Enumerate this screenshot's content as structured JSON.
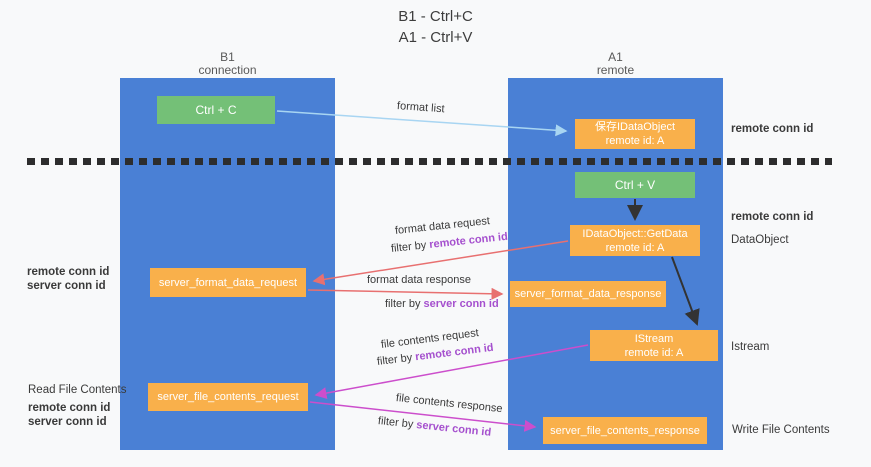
{
  "title": {
    "line1": "B1 - Ctrl+C",
    "line2": "A1 - Ctrl+V"
  },
  "columns": {
    "left": {
      "name": "B1",
      "role": "connection"
    },
    "right": {
      "name": "A1",
      "role": "remote"
    }
  },
  "boxes": {
    "ctrl_c": "Ctrl + C",
    "save_idataobject": {
      "line1": "保存IDataObject",
      "line2": "remote id: A"
    },
    "ctrl_v": "Ctrl + V",
    "getdata": {
      "line1": "IDataObject::GetData",
      "line2": "remote id: A"
    },
    "format_request": "server_format_data_request",
    "format_response": "server_format_data_response",
    "istream": {
      "line1": "IStream",
      "line2": "remote id: A"
    },
    "file_request": "server_file_contents_request",
    "file_response": "server_file_contents_response"
  },
  "arrow_labels": {
    "format_list": "format list",
    "format_data_request": "format data request",
    "format_data_response": "format data response",
    "file_contents_request": "file contents request",
    "file_contents_response": "file contents response",
    "filter_by": "filter by ",
    "remote_conn_id": "remote conn id",
    "server_conn_id": "server conn id"
  },
  "side_labels": {
    "remote_conn_id": "remote conn id",
    "server_conn_id": "server conn id",
    "dataobject": "DataObject",
    "istream": "Istream",
    "read_file_contents": "Read File Contents",
    "write_file_contents": "Write File Contents"
  },
  "colors": {
    "column_blue": "#4a80d5",
    "box_green": "#74c077",
    "box_orange": "#f9b04b",
    "arrow_red": "#e87070",
    "arrow_magenta": "#cc4ecc",
    "arrow_lightblue": "#a8d5f2",
    "arrow_black": "#333333",
    "label_purple": "#a550ce",
    "label_green": "#55b055",
    "background": "#f8f9fa"
  }
}
